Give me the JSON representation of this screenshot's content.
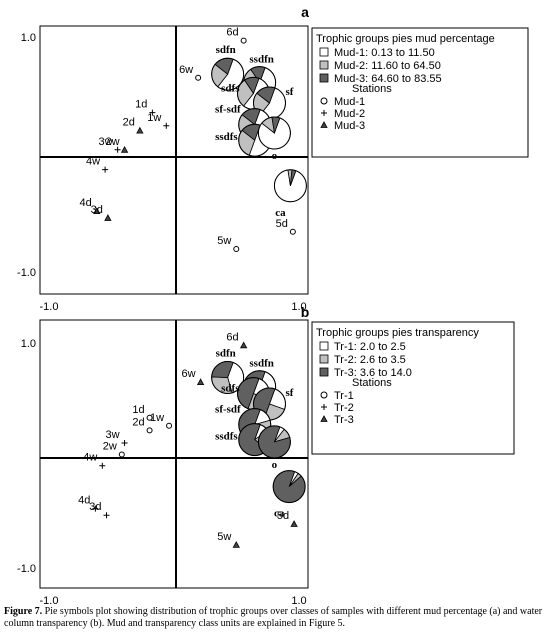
{
  "figure": {
    "caption_label": "Figure 7.",
    "caption_text": " Pie symbols plot showing distribution of trophic groups over classes of samples with different mud percentage (a) and water column transparency (b). Mud and transparency class units are explained in Figure 5."
  },
  "colors": {
    "light": "#ffffff",
    "mid": "#c0c0c0",
    "dark": "#606060"
  },
  "chart_data": [
    {
      "type": "scatter",
      "panel": "a",
      "ticks": {
        "x_left": "-1.0",
        "x_right": "1.0",
        "y_top": "1.0",
        "y_bottom": "-1.0"
      },
      "xlim": [
        -1.0,
        1.0
      ],
      "ylim": [
        -1.0,
        1.0
      ],
      "legend": {
        "title": "Trophic groups pies mud percentage",
        "classes": [
          {
            "label": "Mud-1:  0.13  to 11.50",
            "fill": "light"
          },
          {
            "label": "Mud-2: 11.60 to 64.50",
            "fill": "mid"
          },
          {
            "label": "Mud-3: 64.60 to 83.55",
            "fill": "dark"
          }
        ],
        "stations_title": "Stations",
        "stations": [
          {
            "label": "Mud-1",
            "symbol": "circle"
          },
          {
            "label": "Mud-2",
            "symbol": "plus"
          },
          {
            "label": "Mud-3",
            "symbol": "triangle"
          }
        ]
      },
      "pies": [
        {
          "label": "sdfn",
          "x": 0.42,
          "y": 0.69,
          "slices": [
            {
              "v": 0.55,
              "c": "light"
            },
            {
              "v": 0.25,
              "c": "mid"
            },
            {
              "v": 0.2,
              "c": "dark"
            }
          ]
        },
        {
          "label": "ssdfn",
          "x": 0.68,
          "y": 0.62,
          "slices": [
            {
              "v": 0.65,
              "c": "light"
            },
            {
              "v": 0.2,
              "c": "mid"
            },
            {
              "v": 0.15,
              "c": "dark"
            }
          ]
        },
        {
          "label": "sdfs",
          "x": 0.63,
          "y": 0.53,
          "slices": [
            {
              "v": 0.55,
              "c": "light"
            },
            {
              "v": 0.3,
              "c": "mid"
            },
            {
              "v": 0.15,
              "c": "dark"
            }
          ]
        },
        {
          "label": "sf",
          "x": 0.76,
          "y": 0.45,
          "slices": [
            {
              "v": 0.55,
              "c": "light"
            },
            {
              "v": 0.25,
              "c": "mid"
            },
            {
              "v": 0.2,
              "c": "dark"
            }
          ]
        },
        {
          "label": "sf-sdf",
          "x": 0.64,
          "y": 0.27,
          "slices": [
            {
              "v": 0.45,
              "c": "light"
            },
            {
              "v": 0.35,
              "c": "mid"
            },
            {
              "v": 0.2,
              "c": "dark"
            }
          ]
        },
        {
          "label": "ssdfs",
          "x": 0.64,
          "y": 0.14,
          "slices": [
            {
              "v": 0.5,
              "c": "light"
            },
            {
              "v": 0.3,
              "c": "mid"
            },
            {
              "v": 0.2,
              "c": "dark"
            }
          ]
        },
        {
          "label": "o",
          "x": 0.8,
          "y": 0.2,
          "slices": [
            {
              "v": 0.8,
              "c": "light"
            },
            {
              "v": 0.12,
              "c": "mid"
            },
            {
              "v": 0.08,
              "c": "dark"
            }
          ]
        },
        {
          "label": "ca",
          "x": 0.93,
          "y": -0.25,
          "slices": [
            {
              "v": 0.92,
              "c": "light"
            },
            {
              "v": 0.04,
              "c": "mid"
            },
            {
              "v": 0.04,
              "c": "dark"
            }
          ]
        }
      ],
      "points": [
        {
          "label": "6d",
          "symbol": "circle",
          "x": 0.55,
          "y": 0.97
        },
        {
          "label": "6w",
          "symbol": "circle",
          "x": 0.18,
          "y": 0.66
        },
        {
          "label": "1d",
          "symbol": "plus",
          "x": -0.17,
          "y": 0.37
        },
        {
          "label": "1w",
          "symbol": "plus",
          "x": -0.07,
          "y": 0.26
        },
        {
          "label": "2d",
          "symbol": "triangle",
          "x": -0.26,
          "y": 0.22
        },
        {
          "label": "3w",
          "symbol": "plus",
          "x": -0.42,
          "y": 0.06
        },
        {
          "label": "2w",
          "symbol": "triangle",
          "x": -0.37,
          "y": 0.06
        },
        {
          "label": "4w",
          "symbol": "plus",
          "x": -0.51,
          "y": -0.11
        },
        {
          "label": "4d",
          "symbol": "triangle",
          "x": -0.57,
          "y": -0.47
        },
        {
          "label": "3d",
          "symbol": "triangle",
          "x": -0.49,
          "y": -0.53
        },
        {
          "label": "5d",
          "symbol": "circle",
          "x": 0.95,
          "y": -0.65
        },
        {
          "label": "5w",
          "symbol": "circle",
          "x": 0.49,
          "y": -0.8
        }
      ]
    },
    {
      "type": "scatter",
      "panel": "b",
      "ticks": {
        "x_left": "-1.0",
        "x_right": "1.0",
        "y_top": "1.0",
        "y_bottom": "-1.0"
      },
      "xlim": [
        -1.0,
        1.0
      ],
      "ylim": [
        -1.0,
        1.0
      ],
      "legend": {
        "title": "Trophic groups pies transparency",
        "classes": [
          {
            "label": "Tr-1: 2.0 to  2.5",
            "fill": "light"
          },
          {
            "label": "Tr-2: 2.6 to  3.5",
            "fill": "mid"
          },
          {
            "label": "Tr-3: 3.6 to 14.0",
            "fill": "dark"
          }
        ],
        "stations_title": "Stations",
        "stations": [
          {
            "label": "Tr-1",
            "symbol": "circle"
          },
          {
            "label": "Tr-2",
            "symbol": "plus"
          },
          {
            "label": "Tr-3",
            "symbol": "triangle"
          }
        ]
      },
      "pies": [
        {
          "label": "sdfn",
          "x": 0.42,
          "y": 0.7,
          "slices": [
            {
              "v": 0.4,
              "c": "light"
            },
            {
              "v": 0.3,
              "c": "mid"
            },
            {
              "v": 0.3,
              "c": "dark"
            }
          ]
        },
        {
          "label": "ssdfn",
          "x": 0.68,
          "y": 0.62,
          "slices": [
            {
              "v": 0.3,
              "c": "light"
            },
            {
              "v": 0.25,
              "c": "mid"
            },
            {
              "v": 0.45,
              "c": "dark"
            }
          ]
        },
        {
          "label": "sdfs",
          "x": 0.63,
          "y": 0.56,
          "slices": [
            {
              "v": 0.25,
              "c": "light"
            },
            {
              "v": 0.25,
              "c": "mid"
            },
            {
              "v": 0.5,
              "c": "dark"
            }
          ]
        },
        {
          "label": "sf",
          "x": 0.76,
          "y": 0.47,
          "slices": [
            {
              "v": 0.25,
              "c": "light"
            },
            {
              "v": 0.25,
              "c": "mid"
            },
            {
              "v": 0.5,
              "c": "dark"
            }
          ]
        },
        {
          "label": "sf-sdf",
          "x": 0.64,
          "y": 0.29,
          "slices": [
            {
              "v": 0.15,
              "c": "light"
            },
            {
              "v": 0.25,
              "c": "mid"
            },
            {
              "v": 0.6,
              "c": "dark"
            }
          ]
        },
        {
          "label": "ssdfs",
          "x": 0.64,
          "y": 0.16,
          "slices": [
            {
              "v": 0.1,
              "c": "light"
            },
            {
              "v": 0.2,
              "c": "mid"
            },
            {
              "v": 0.7,
              "c": "dark"
            }
          ]
        },
        {
          "label": "o",
          "x": 0.8,
          "y": 0.14,
          "slices": [
            {
              "v": 0.05,
              "c": "light"
            },
            {
              "v": 0.1,
              "c": "mid"
            },
            {
              "v": 0.85,
              "c": "dark"
            }
          ]
        },
        {
          "label": "ca",
          "x": 0.92,
          "y": -0.26,
          "slices": [
            {
              "v": 0.04,
              "c": "light"
            },
            {
              "v": 0.04,
              "c": "mid"
            },
            {
              "v": 0.92,
              "c": "dark"
            }
          ]
        }
      ],
      "points": [
        {
          "label": "6d",
          "symbol": "triangle",
          "x": 0.55,
          "y": 0.98
        },
        {
          "label": "6w",
          "symbol": "triangle",
          "x": 0.2,
          "y": 0.66
        },
        {
          "label": "1d",
          "symbol": "circle",
          "x": -0.19,
          "y": 0.35
        },
        {
          "label": "1w",
          "symbol": "circle",
          "x": -0.05,
          "y": 0.28
        },
        {
          "label": "2d",
          "symbol": "circle",
          "x": -0.19,
          "y": 0.24
        },
        {
          "label": "3w",
          "symbol": "plus",
          "x": -0.37,
          "y": 0.13
        },
        {
          "label": "2w",
          "symbol": "circle",
          "x": -0.39,
          "y": 0.03
        },
        {
          "label": "4w",
          "symbol": "plus",
          "x": -0.53,
          "y": -0.07
        },
        {
          "label": "4d",
          "symbol": "plus",
          "x": -0.58,
          "y": -0.46
        },
        {
          "label": "3d",
          "symbol": "plus",
          "x": -0.5,
          "y": -0.52
        },
        {
          "label": "5d",
          "symbol": "triangle",
          "x": 0.96,
          "y": -0.6
        },
        {
          "label": "5w",
          "symbol": "triangle",
          "x": 0.49,
          "y": -0.79
        }
      ]
    }
  ]
}
